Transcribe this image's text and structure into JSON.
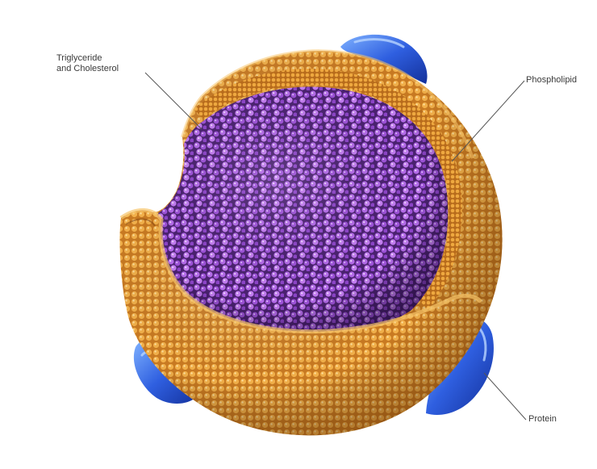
{
  "labels": {
    "triglyceride_line1": "Triglyceride",
    "triglyceride_line2": "and Cholesterol",
    "phospholipid": "Phospholipid",
    "protein": "Protein"
  },
  "colors": {
    "shell": "#e2962e",
    "shell_dark": "#a8621a",
    "core": "#a253d6",
    "core_dark": "#3d1a5e",
    "protein": "#2b57d8",
    "leader_line": "#555555"
  }
}
